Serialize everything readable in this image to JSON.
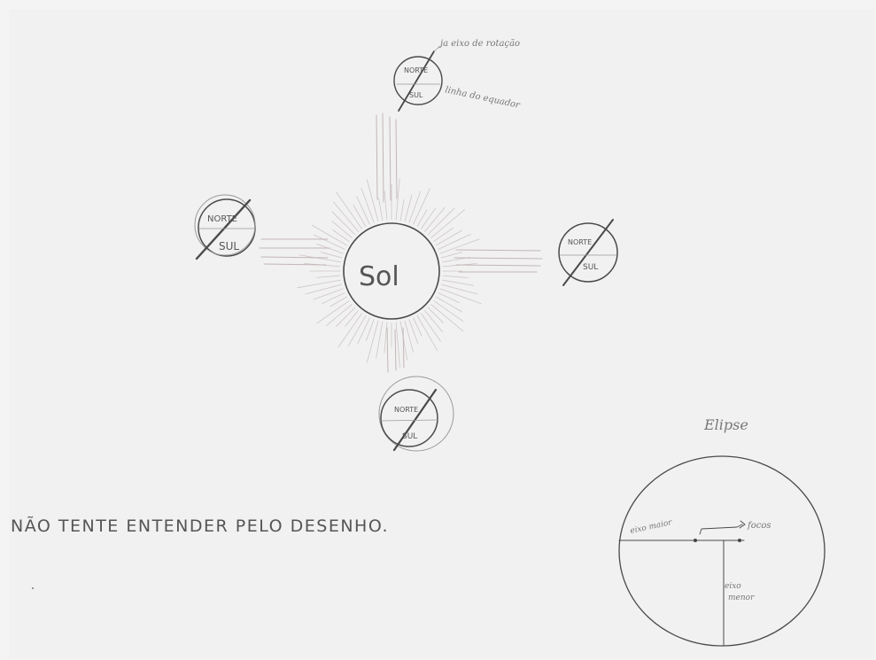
{
  "drawing": {
    "sun_label": "Sol",
    "planets": [
      {
        "north": "NORTE",
        "south": "SUL"
      },
      {
        "north": "NORTE",
        "south": "SUL"
      },
      {
        "north": "NORTE",
        "south": "SUL"
      },
      {
        "north": "NORTE",
        "south": "SUL"
      }
    ],
    "rotation_axis_note": "ja eixo de rotação",
    "equator_note": "linha do equador",
    "caption": "NÃO TENTE ENTENDER PELO DESENHO.",
    "ellipse": {
      "title": "Elipse",
      "major_axis": "eixo maior",
      "foci": "focos",
      "minor_axis_line1": "eixo",
      "minor_axis_line2": "menor"
    }
  },
  "colors": {
    "paper": "#f1f1f1",
    "pencil": "#4a4a4a",
    "shading": "#c2b6b6"
  }
}
